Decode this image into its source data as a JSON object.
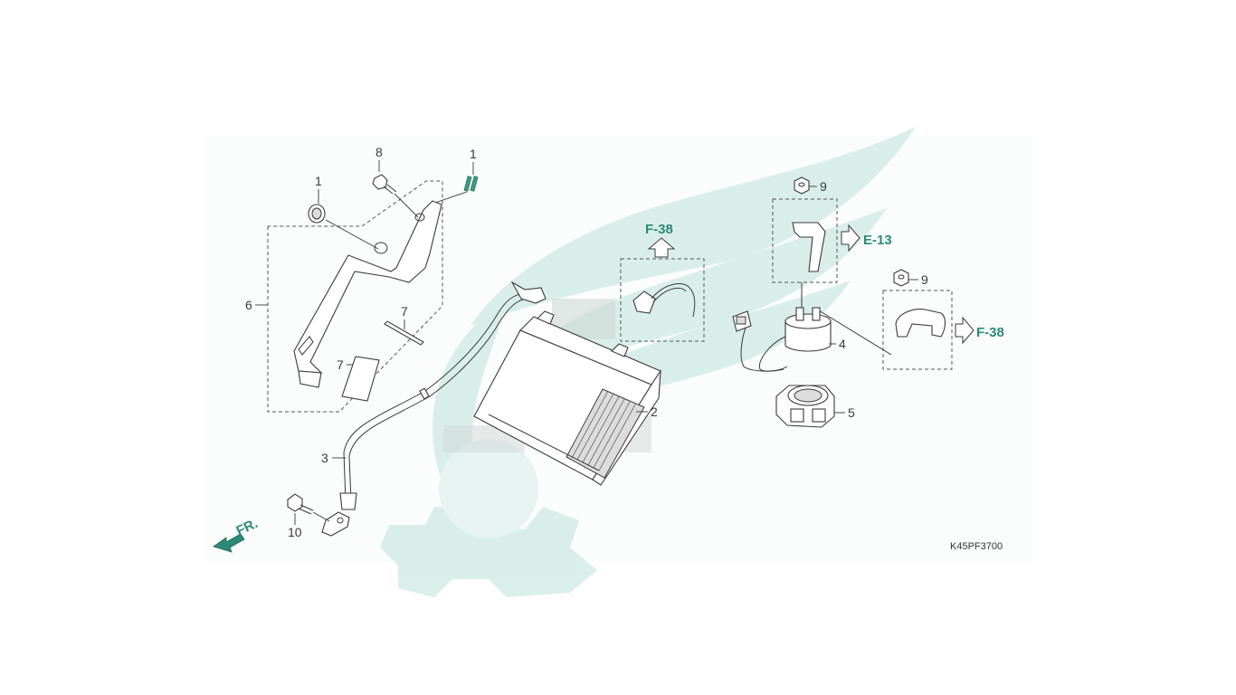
{
  "callouts": [
    {
      "id": "c1a",
      "text": "1"
    },
    {
      "id": "c8",
      "text": "8"
    },
    {
      "id": "c1b",
      "text": "1"
    },
    {
      "id": "c6",
      "text": "6"
    },
    {
      "id": "c7a",
      "text": "7"
    },
    {
      "id": "c7b",
      "text": "7"
    },
    {
      "id": "c3",
      "text": "3"
    },
    {
      "id": "c10",
      "text": "10"
    },
    {
      "id": "c2",
      "text": "2"
    },
    {
      "id": "c9a",
      "text": "9"
    },
    {
      "id": "c9b",
      "text": "9"
    },
    {
      "id": "c4",
      "text": "4"
    },
    {
      "id": "c5",
      "text": "5"
    }
  ],
  "references": {
    "f38_top": "F-38",
    "e13": "E-13",
    "f38_right": "F-38"
  },
  "front_marker": "FR.",
  "diagram_code": "K45PF3700",
  "colors": {
    "watermark": "#d4ece6",
    "reference_text": "#2d8a78",
    "line": "#3a3a3a"
  }
}
